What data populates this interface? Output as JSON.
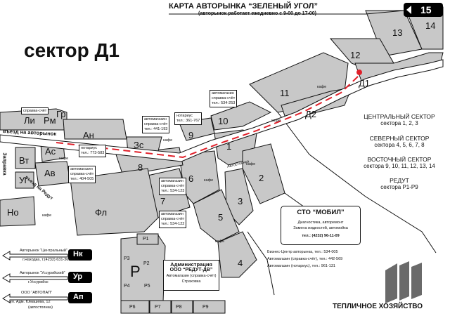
{
  "header": {
    "title": "КАРТА АВТОРЫНКА “ЗЕЛЕНЫЙ УГОЛ”",
    "subtitle": "(авторынок работает ежедневно с 9-00 до 17-00)",
    "sector_title": "сектор  Д1",
    "route_number": "15"
  },
  "sectors": {
    "s1": "1",
    "s2": "2",
    "s3": "3",
    "s4": "4",
    "s5": "5",
    "s6": "6",
    "s7": "7",
    "s8": "8",
    "s9": "9",
    "s10": "10",
    "s11": "11",
    "s12": "12",
    "s13": "13",
    "s14": "14",
    "d1": "Д1",
    "d2": "Д2",
    "an": "Ан",
    "zs": "Зс",
    "as": "Ас",
    "av": "Ав",
    "vt": "Вт",
    "ug": "Уг",
    "no": "Но",
    "fl": "Фл",
    "li": "Ли",
    "rm": "Рм",
    "gr": "Гр",
    "p_big": "Р",
    "p1": "Р1",
    "p2": "Р2",
    "p3": "Р3",
    "p4": "Р4",
    "p5": "Р5",
    "p6": "Р6",
    "p7": "Р7",
    "p8": "Р8",
    "p9": "Р9"
  },
  "roads": {
    "entry": "въезд на авторынок",
    "zapravka": "Заправка",
    "entry_redut": "въезд на Редут",
    "service_road": "Автостоянка"
  },
  "labels": {
    "cafe": "кафе",
    "spravka_top": "справка-счёт",
    "notary_top": "нотариус",
    "notary_top_tel": "тел.: 361-767",
    "shop9_1": "автомагазин",
    "shop9_2": "справка-счёт",
    "shop9_tel": "тел.: 441-193",
    "shop10_1": "автомагазин",
    "shop10_2": "справка-счёт",
    "shop10_tel": "тел.: 534-253",
    "notary_left": "нотариус",
    "notary_left_tel": "тел.: 773-583",
    "shop_left_1": "автомагазин",
    "shop_left_2": "справка-счёт",
    "shop_left_tel": "тел.: 404-505",
    "shop8_1": "автомагазин",
    "shop8_2": "справка-счёт",
    "shop8_tel": "тел.: 534-123",
    "shop7_1": "автомагазин",
    "shop7_2": "справка-счёт",
    "shop7_tel": "тел.: 534-122"
  },
  "legend": {
    "central_h": "ЦЕНТРАЛЬНЫЙ СЕКТОР",
    "central_s": "сектора 1, 2, 3",
    "north_h": "СЕВЕРНЫЙ СЕКТОР",
    "north_s": "сектора 4, 5, 6, 7, 8",
    "east_h": "ВОСТОЧНЫЙ СЕКТОР",
    "east_s": "сектора 9, 10, 11, 12, 13, 14",
    "redut_h": "РЕДУТ",
    "redut_s": "сектора Р1-Р9"
  },
  "sto": {
    "title": "СТО  “МОБИЛ”",
    "line1": "Диагностика, авторемонт",
    "line2": "Замена жидкостей, автомойка",
    "phone": "тел.: (4232) 96-11-09"
  },
  "business": {
    "line1": "Бизнес-Центр авторынка, тел.: 534-005",
    "line2": "Автомагазин (справка-счёт), тел.: 442-569",
    "line3": "Автомагазин (нотариус), тел.: 961-131"
  },
  "admin": {
    "line1": "Администрация",
    "line2": "ООО “РЕДУТ-ДВ”",
    "line3": "Автомагазин (справка-счёт)",
    "line4": "Страховка"
  },
  "directions": {
    "nk_code": "Нк",
    "nk_top": "Авторынок “Центральный”",
    "nk_bottom": "г.Находка, т.(4232) 631-365",
    "ur_code": "Ур",
    "ur_top": "Авторынок “Уссурийский”",
    "ur_bottom": "г.Уссурийск",
    "ap_code": "Ап",
    "ap_top": "ООО “АВТОПАП”",
    "ap_bottom1": "ул. Адм. Юмашева, 12",
    "ap_bottom2": "(автостоянка)"
  },
  "footer": {
    "greenhouse": "ТЕПЛИЧНОЕ ХОЗЯЙСТВО"
  },
  "colors": {
    "sector_fill": "#c8c8c8",
    "outline": "#111111",
    "route": "#e0202a",
    "logo": "#6a6a6a"
  },
  "icons": {
    "route_marker": "destination-pin-icon",
    "direction_arrow": "left-arrow-icon",
    "logo": "market-logo-icon"
  }
}
